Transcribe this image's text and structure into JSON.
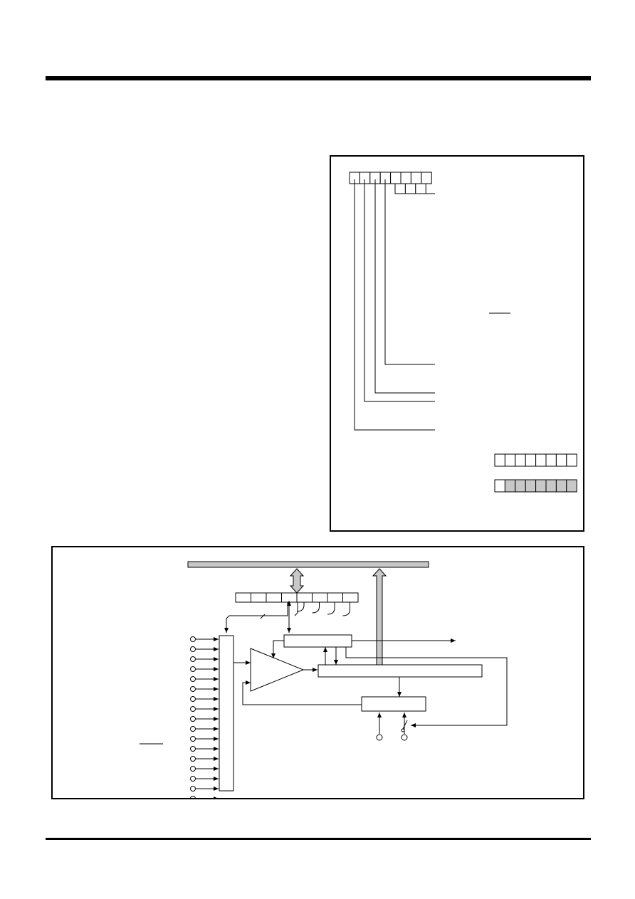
{
  "page": {
    "header_rule": "header",
    "footer_rule": "footer"
  },
  "register_panel": {
    "register_bits": 8,
    "low_field_bits": 3,
    "example_registers": [
      {
        "bits": 8,
        "shaded_from": 9
      },
      {
        "bits": 8,
        "shaded_from": 2
      }
    ],
    "colors": {
      "shade": "#c8c8c8",
      "line": "#000000"
    }
  },
  "block_panel": {
    "control_register_bits": 8,
    "input_pin_count": 17,
    "colors": {
      "bus": "#c8c8c8",
      "line": "#000000"
    }
  }
}
